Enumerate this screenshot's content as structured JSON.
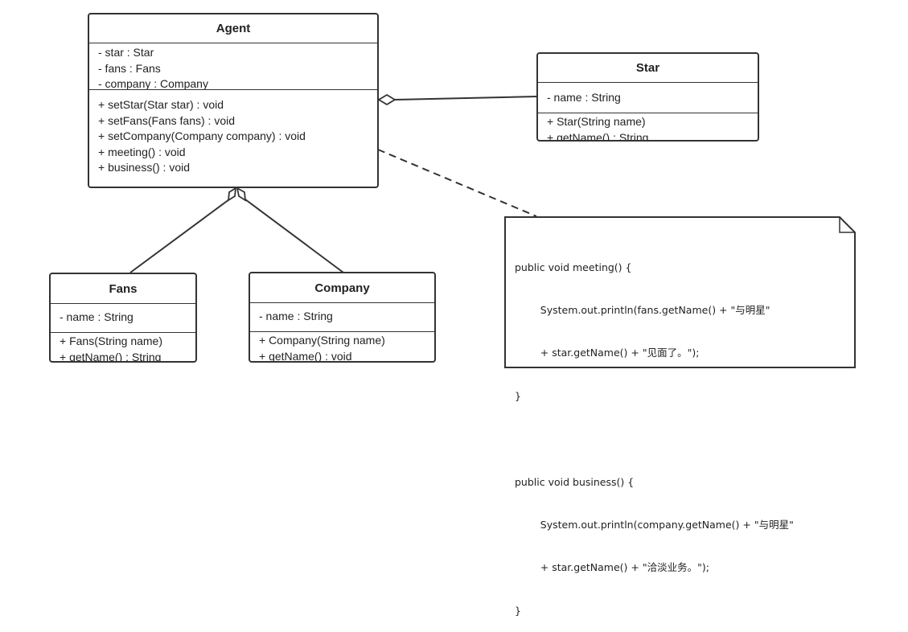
{
  "classes": {
    "agent": {
      "name": "Agent",
      "attributes": [
        "- star : Star",
        "- fans : Fans",
        "- company : Company"
      ],
      "methods": [
        "+ setStar(Star star) : void",
        "+ setFans(Fans fans) : void",
        "+ setCompany(Company company) : void",
        "+ meeting() : void",
        "+ business() : void"
      ]
    },
    "star": {
      "name": "Star",
      "attributes": [
        "- name : String"
      ],
      "methods": [
        "+ Star(String name)",
        "+ getName() : String"
      ]
    },
    "fans": {
      "name": "Fans",
      "attributes": [
        "- name : String"
      ],
      "methods": [
        "+ Fans(String name)",
        "+ getName() : String"
      ]
    },
    "company": {
      "name": "Company",
      "attributes": [
        "- name : String"
      ],
      "methods": [
        "+ Company(String name)",
        "+ getName() : void"
      ]
    }
  },
  "note": {
    "lines": [
      "public void meeting() {",
      "        System.out.println(fans.getName() + \"与明星\"",
      "        + star.getName() + \"见面了。\");",
      "}",
      "",
      "public void business() {",
      "        System.out.println(company.getName() + \"与明星\"",
      "        + star.getName() + \"洽淡业务。\");",
      "}"
    ]
  },
  "colors": {
    "stroke": "#333333",
    "background": "#ffffff"
  }
}
